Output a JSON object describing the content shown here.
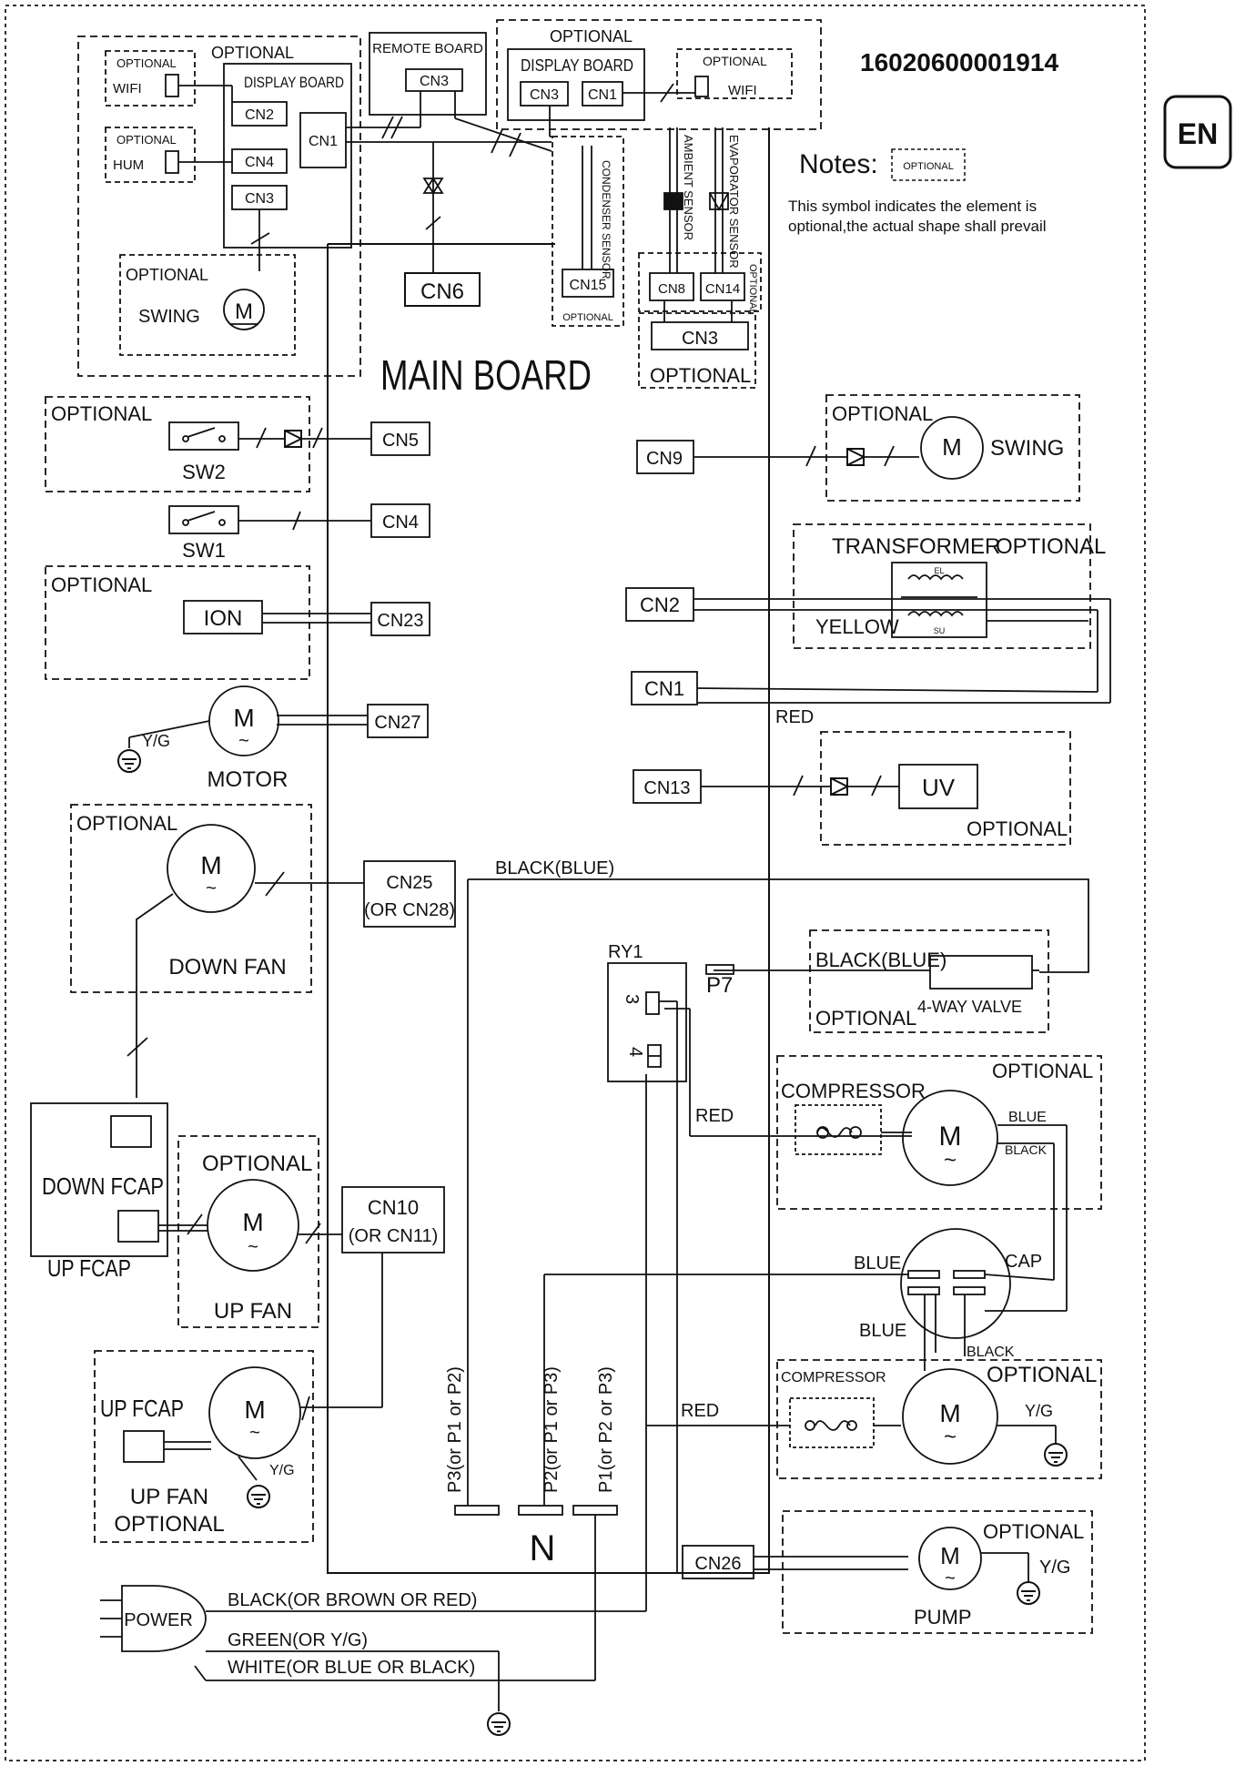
{
  "doc_code": "16020600001914",
  "lang_badge": "EN",
  "notes": {
    "label": "Notes:",
    "optional_tag": "OPTIONAL",
    "line1": "This symbol indicates the element is",
    "line2": "optional,the actual shape shall prevail"
  },
  "words": {
    "optional": "OPTIONAL",
    "display_board": "DISPLAY BOARD",
    "remote_board": "REMOTE BOARD",
    "wifi": "WIFI",
    "hum": "HUM",
    "swing": "SWING",
    "m": "M",
    "main_board": "MAIN BOARD",
    "condenser_sensor": "CONDENSER SENSOR",
    "ambient_sensor": "AMBIENT SENSOR",
    "evaporator_sensor": "EVAPORATOR SENSOR",
    "sw2": "SW2",
    "sw1": "SW1",
    "ion": "ION",
    "motor": "MOTOR",
    "yg": "Y/G",
    "down_fan": "DOWN FAN",
    "down_fcap": "DOWN FCAP",
    "up_fcap": "UP FCAP",
    "up_fan": "UP FAN",
    "transformer": "TRANSFORMER",
    "el": "EL",
    "su": "SU",
    "yellow": "YELLOW",
    "red": "RED",
    "uv": "UV",
    "black_blue": "BLACK(BLUE)",
    "four_way_valve": "4-WAY VALVE",
    "ry1": "RY1",
    "p7": "P7",
    "pin3": "3",
    "pin4": "4",
    "compressor": "COMPRESSOR",
    "blue": "BLUE",
    "black": "BLACK",
    "cap": "CAP",
    "pump": "PUMP",
    "power": "POWER",
    "n": "N",
    "or_cn28": "(OR CN28)",
    "or_cn11": "(OR CN11)",
    "p3": "P3(or P1 or P2)",
    "p2": "P2(or P1 or P3)",
    "p1": "P1(or P2 or P3)",
    "black_or": "BLACK(OR BROWN OR RED)",
    "green_or": "GREEN(OR Y/G)",
    "white_or": "WHITE(OR BLUE OR BLACK)"
  },
  "connectors": {
    "cn1": "CN1",
    "cn2": "CN2",
    "cn3": "CN3",
    "cn4": "CN4",
    "cn5": "CN5",
    "cn6": "CN6",
    "cn8": "CN8",
    "cn9": "CN9",
    "cn10": "CN10",
    "cn13": "CN13",
    "cn14": "CN14",
    "cn15": "CN15",
    "cn23": "CN23",
    "cn25": "CN25",
    "cn26": "CN26",
    "cn27": "CN27"
  }
}
